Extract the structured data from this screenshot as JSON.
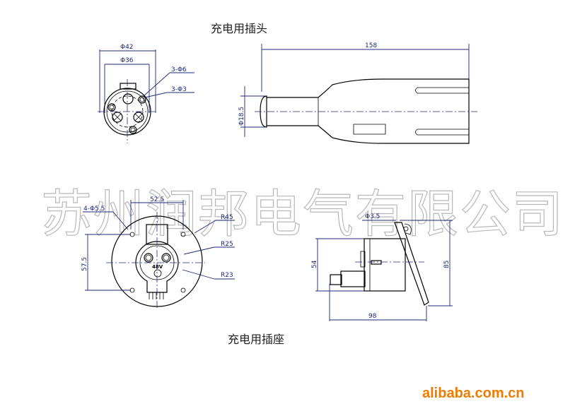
{
  "plug": {
    "title": "充电用插头",
    "dims": {
      "outer_dia": "Φ42",
      "inner_dia": "Φ36",
      "holes_6": "3-Φ6",
      "holes_3": "3-Φ3",
      "length": "158",
      "tip_dia": "Φ18.5"
    }
  },
  "socket": {
    "title": "充电用插座",
    "dims": {
      "mount_holes": "4-Φ5.5",
      "hole_spacing_x": "52.5",
      "hole_spacing_y": "57.5",
      "r45": "R45",
      "r25": "R25",
      "r23": "R23",
      "voltage_mark": "48V",
      "lid_hole": "Φ3.5",
      "body_height": "54",
      "total_height": "85",
      "depth": "98"
    }
  },
  "watermark": "苏州润邦电气有限公司",
  "logo": "alibaba.com.cn"
}
